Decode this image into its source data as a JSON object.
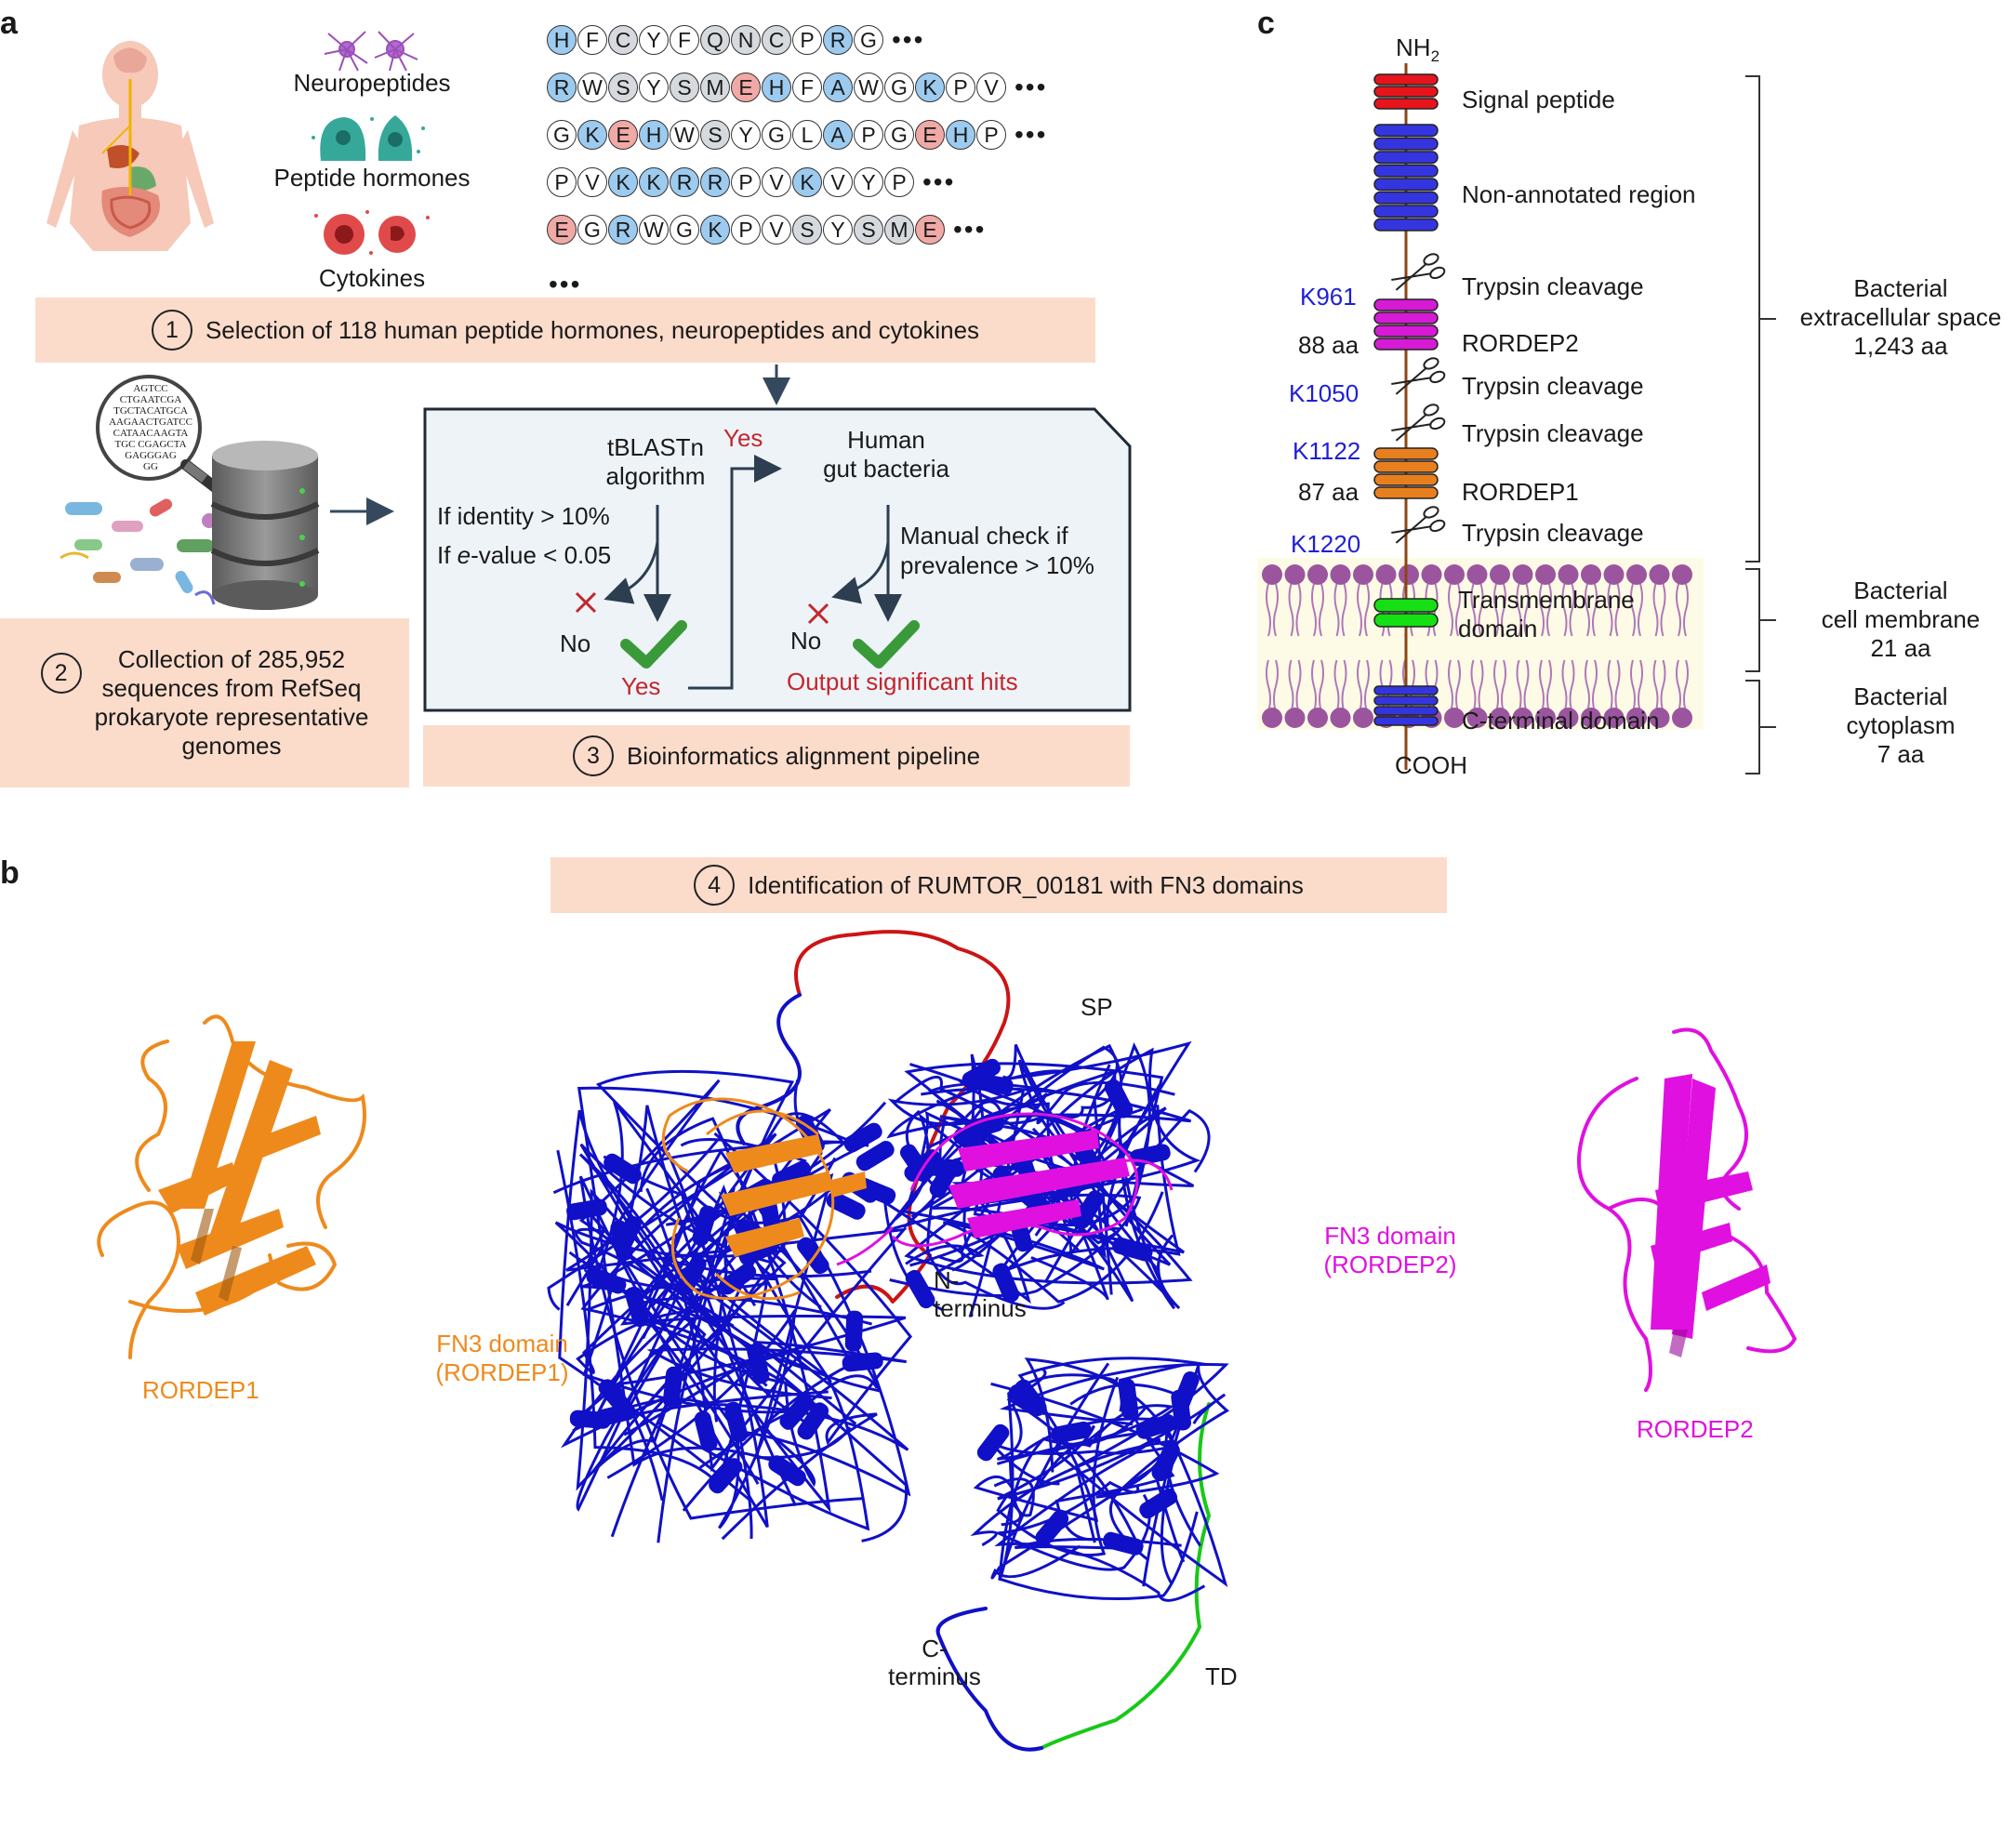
{
  "panel_letters": {
    "a": "a",
    "b": "b",
    "c": "c"
  },
  "panel_a": {
    "categories": [
      "Neuropeptides",
      "Peptide hormones",
      "Cytokines"
    ],
    "sequences": [
      {
        "residues": [
          [
            "H",
            "b"
          ],
          [
            "F",
            "n"
          ],
          [
            "C",
            "g"
          ],
          [
            "Y",
            "n"
          ],
          [
            "F",
            "n"
          ],
          [
            "Q",
            "g"
          ],
          [
            "N",
            "g"
          ],
          [
            "C",
            "g"
          ],
          [
            "P",
            "n"
          ],
          [
            "R",
            "b"
          ],
          [
            "G",
            "n"
          ]
        ]
      },
      {
        "residues": [
          [
            "R",
            "b"
          ],
          [
            "W",
            "n"
          ],
          [
            "S",
            "g"
          ],
          [
            "Y",
            "n"
          ],
          [
            "S",
            "g"
          ],
          [
            "M",
            "g"
          ],
          [
            "E",
            "r"
          ],
          [
            "H",
            "b"
          ],
          [
            "F",
            "n"
          ],
          [
            "A",
            "b"
          ],
          [
            "W",
            "n"
          ],
          [
            "G",
            "n"
          ],
          [
            "K",
            "b"
          ],
          [
            "P",
            "n"
          ],
          [
            "V",
            "n"
          ]
        ]
      },
      {
        "residues": [
          [
            "G",
            "n"
          ],
          [
            "K",
            "b"
          ],
          [
            "E",
            "r"
          ],
          [
            "H",
            "b"
          ],
          [
            "W",
            "n"
          ],
          [
            "S",
            "g"
          ],
          [
            "Y",
            "n"
          ],
          [
            "G",
            "n"
          ],
          [
            "L",
            "n"
          ],
          [
            "A",
            "b"
          ],
          [
            "P",
            "n"
          ],
          [
            "G",
            "n"
          ],
          [
            "E",
            "r"
          ],
          [
            "H",
            "b"
          ],
          [
            "P",
            "n"
          ]
        ]
      },
      {
        "residues": [
          [
            "P",
            "n"
          ],
          [
            "V",
            "n"
          ],
          [
            "K",
            "b"
          ],
          [
            "K",
            "b"
          ],
          [
            "R",
            "b"
          ],
          [
            "R",
            "b"
          ],
          [
            "P",
            "n"
          ],
          [
            "V",
            "n"
          ],
          [
            "K",
            "b"
          ],
          [
            "V",
            "n"
          ],
          [
            "Y",
            "n"
          ],
          [
            "P",
            "n"
          ]
        ]
      },
      {
        "residues": [
          [
            "E",
            "r"
          ],
          [
            "G",
            "n"
          ],
          [
            "R",
            "b"
          ],
          [
            "W",
            "n"
          ],
          [
            "G",
            "n"
          ],
          [
            "K",
            "b"
          ],
          [
            "P",
            "n"
          ],
          [
            "V",
            "n"
          ],
          [
            "S",
            "g"
          ],
          [
            "Y",
            "n"
          ],
          [
            "S",
            "g"
          ],
          [
            "M",
            "g"
          ],
          [
            "E",
            "r"
          ]
        ]
      }
    ],
    "seq_ellipsis": "•••",
    "step1": {
      "num": "1",
      "text": "Selection of 118 human peptide hormones, neuropeptides and cytokines"
    },
    "dna_text": [
      "AGTCC",
      "CTGAATCGA",
      "TGCTACATGCA",
      "AAGAACTGATCC",
      "CATAACAAGTA",
      "TGC CGAGCTA",
      "GAGGGAG",
      "GG"
    ],
    "step2": {
      "num": "2",
      "lines": [
        "Collection of 285,952",
        "sequences from RefSeq",
        "prokaryote representative",
        "genomes"
      ]
    },
    "pipeline": {
      "tblastn": [
        "tBLASTn",
        "algorithm"
      ],
      "identity": "If identity > 10%",
      "evalue_prefix": "If ",
      "evalue_italic": "e",
      "evalue_suffix": "-value < 0.05",
      "no": "No",
      "yes": "Yes",
      "yes_top": "Yes",
      "human_gut": [
        "Human",
        "gut bacteria"
      ],
      "manual": [
        "Manual check if",
        "prevalence > 10%"
      ],
      "no2": "No",
      "output": "Output significant hits"
    },
    "step3": {
      "num": "3",
      "text": "Bioinformatics alignment pipeline"
    }
  },
  "panel_b": {
    "step4": {
      "num": "4",
      "text": "Identification of RUMTOR_00181 with FN3 domains"
    },
    "labels": {
      "sp": "SP",
      "n_term": [
        "N-",
        "terminus"
      ],
      "c_term": [
        "C-",
        "terminus"
      ],
      "td": "TD",
      "fn3_1": [
        "FN3 domain",
        "(RORDEP1)"
      ],
      "fn3_2": [
        "FN3 domain",
        "(RORDEP2)"
      ],
      "rordep1": "RORDEP1",
      "rordep2": "RORDEP2"
    }
  },
  "panel_c": {
    "nh2": "NH",
    "nh2_sub": "2",
    "cooh": "COOH",
    "features": {
      "signal": "Signal peptide",
      "nonannot": "Non-annotated region",
      "tryp1": "Trypsin cleavage",
      "rordep2": "RORDEP2",
      "tryp2": "Trypsin cleavage",
      "tryp3": "Trypsin cleavage",
      "rordep1": "RORDEP1",
      "tryp4": "Trypsin cleavage",
      "tm": [
        "Transmembrane",
        "domain"
      ],
      "cterm": "C-terminal domain"
    },
    "sites": {
      "k961": "K961",
      "k1050": "K1050",
      "k1122": "K1122",
      "k1220": "K1220"
    },
    "lengths": {
      "l88": "88 aa",
      "l87": "87 aa"
    },
    "regions": {
      "extracellular": [
        "Bacterial",
        "extracellular space",
        "1,243 aa"
      ],
      "membrane": [
        "Bacterial",
        "cell membrane",
        "21 aa"
      ],
      "cytoplasm": [
        "Bacterial",
        "cytoplasm",
        "7 aa"
      ]
    }
  },
  "colors": {
    "signal": "#e8141b",
    "blue": "#3535e0",
    "magenta": "#d61ad6",
    "orange": "#e87f1e",
    "green": "#14e014",
    "site_blue": "#1f1fd6",
    "red_text": "#c0282d",
    "peach": "#fbdccb",
    "protein_blue": "#1010c8",
    "protein_magenta": "#e010e0",
    "protein_orange": "#ee8a1c"
  }
}
